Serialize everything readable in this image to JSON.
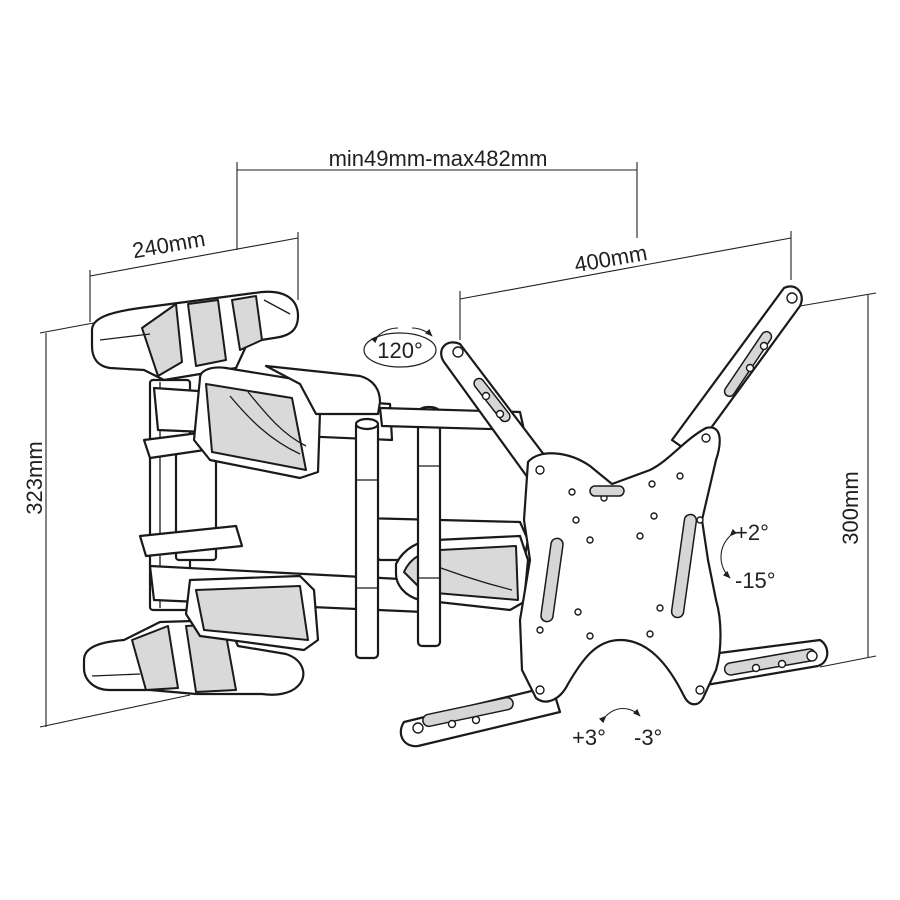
{
  "labels": {
    "extension": "min49mm-max482mm",
    "wall_plate_width": "240mm",
    "wall_plate_height": "323mm",
    "vesa_width": "400mm",
    "vesa_height": "300mm",
    "swivel": "120°",
    "tilt_up": "+2°",
    "tilt_down": "-15°",
    "rotate_plus": "+3°",
    "rotate_minus": "-3°"
  }
}
